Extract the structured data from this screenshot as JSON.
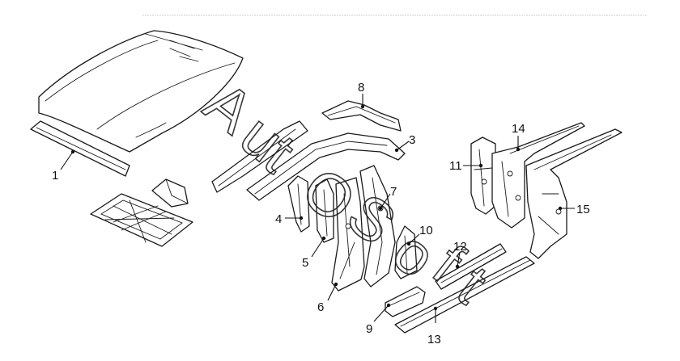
{
  "diagram": {
    "callouts": [
      "1",
      "3",
      "4",
      "5",
      "6",
      "7",
      "8",
      "9",
      "10",
      "12",
      "11",
      "13",
      "14",
      "15"
    ],
    "watermark": "AutoSoft"
  }
}
